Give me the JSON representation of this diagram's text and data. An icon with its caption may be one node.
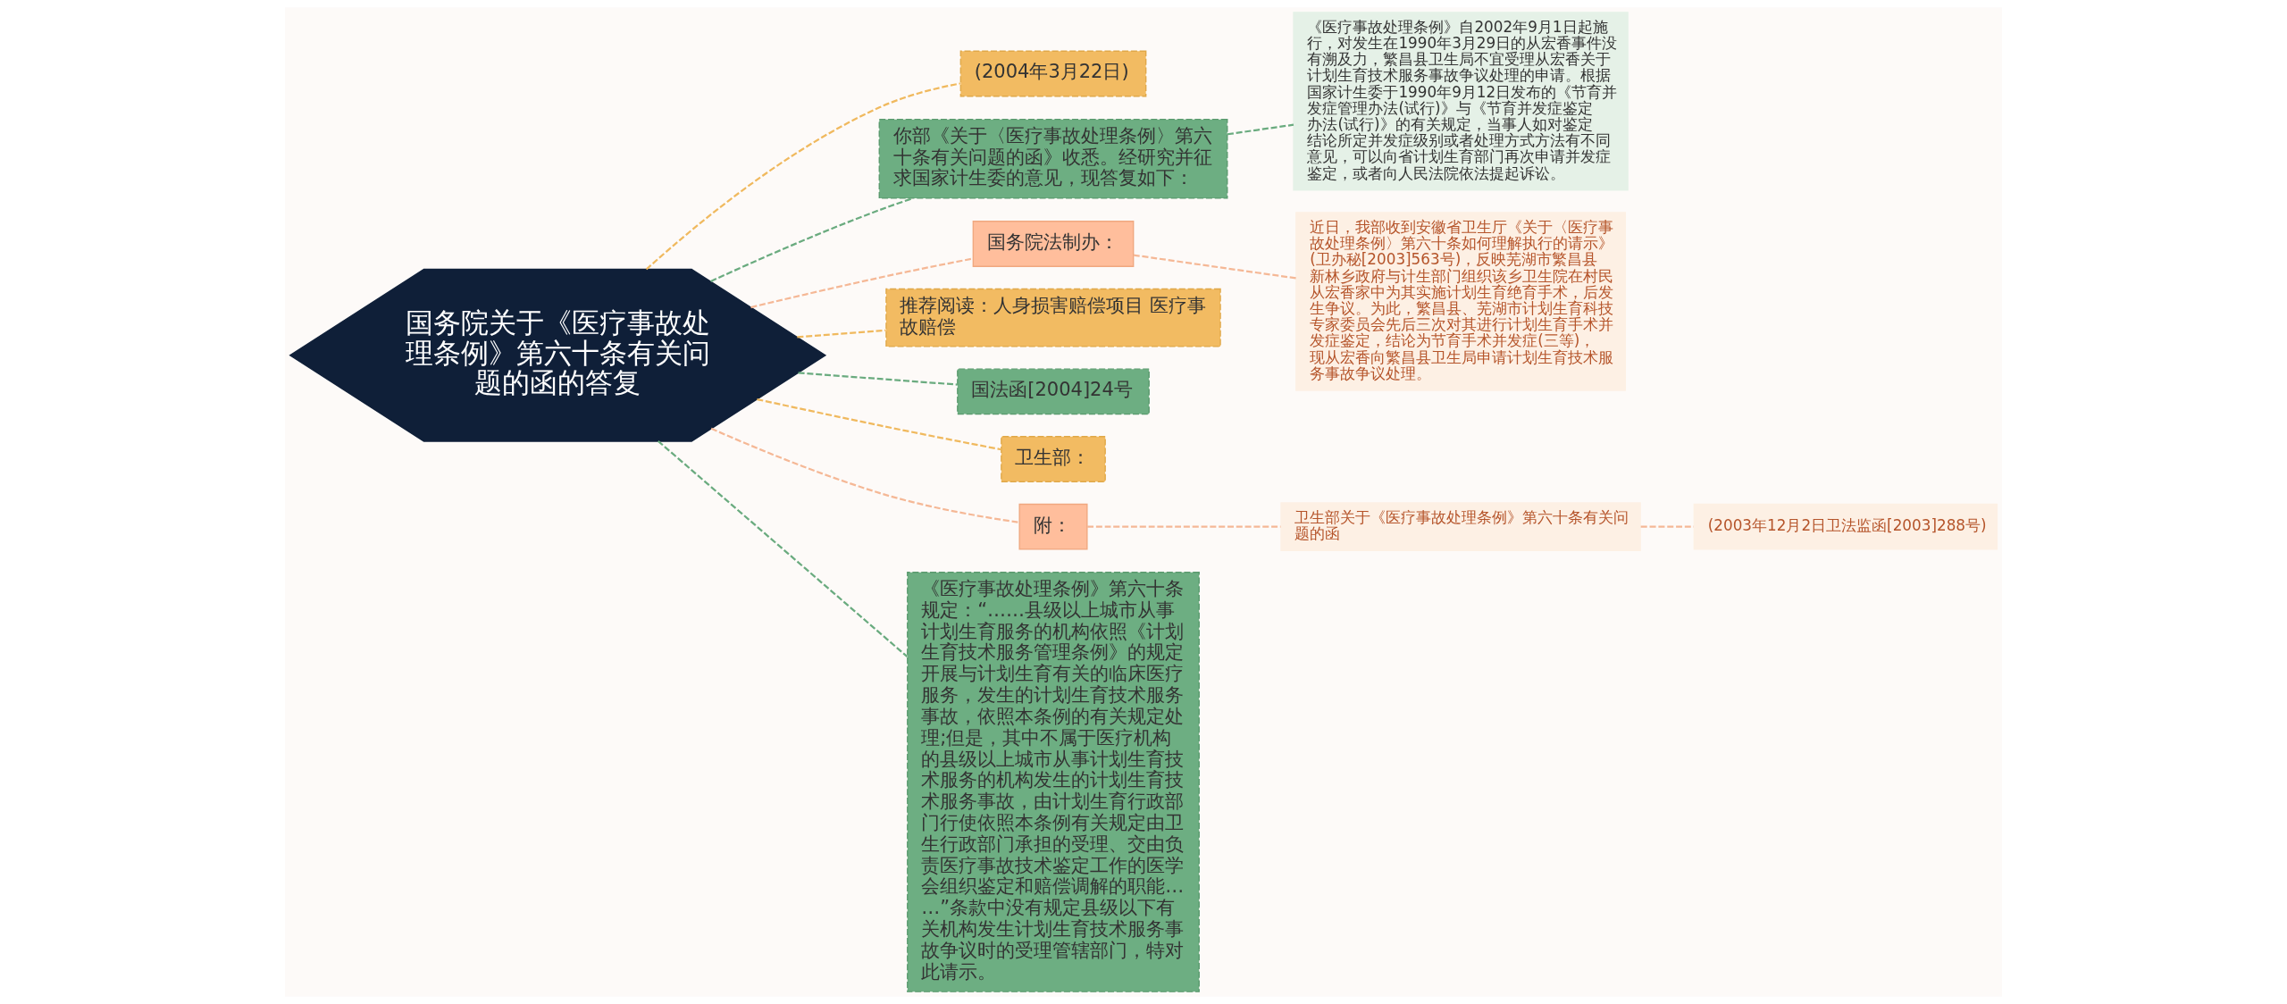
{
  "diagram": {
    "nodes": [
      {
        "text": [
          "国务院关于《医疗事故处理条例》第六十条有关问题的函的答复"
        ]
      },
      {
        "text": [
          "(2004年3月22日)"
        ]
      },
      {
        "text": [
          "你部《关于〈医疗事故处理条例〉第六十条有关问题的函》收悉。经研究并征求国家计生委的意见，现答复如下："
        ]
      },
      {
        "text": [
          "《医疗事故处理条例》自2002年9月1日起施行，对发生在1990年3月29日的从宏香事件没有溯及力，繁昌县卫生局不宜受理从宏香关于计划生育技术服务事故争议处理的申请。根据国家计生委于1990年9月12日发布的《节育并发症管理办法(试行)》与《节育并发症鉴定办法(试行)》的有关规定，当事人如对鉴定结论所定并发症级别或者处理方式方法有不同意见，可以向省计划生育部门再次申请并发症鉴定，或者向人民法院依法提起诉讼。"
        ]
      },
      {
        "text": [
          "国务院法制办："
        ]
      },
      {
        "text": [
          "近日，我部收到安徽省卫生厅《关于〈医疗事故处理条例〉第六十条如何理解执行的请示》(卫办秘[2003]563号)，反映芜湖市繁昌县新林乡政府与计生部门组织该乡卫生院在村民从宏香家中为其实施计划生育绝育手术，后发生争议。为此，繁昌县、芜湖市计划生育科技专家委员会先后三次对其进行计划生育手术并发症鉴定，结论为节育手术并发症(三等)，现从宏香向繁昌县卫生局申请计划生育技术服务事故争议处理。"
        ]
      },
      {
        "text": [
          "推荐阅读：人身损害赔偿项目 医疗事故赔偿"
        ]
      },
      {
        "text": [
          "国法函[2004]24号"
        ]
      },
      {
        "text": [
          "卫生部："
        ]
      },
      {
        "text": [
          "附："
        ]
      },
      {
        "text": [
          "卫生部关于《医疗事故处理条例》第六十条有关问题的函"
        ]
      },
      {
        "text": [
          "(2003年12月2日卫法监函[2003]288号)"
        ]
      },
      {
        "text": [
          "《医疗事故处理条例》第六十条规定：“……县级以上城市从事计划生育服务的机构依照《计划生育技术服务管理条例》的规定开展与计划生育有关的临床医疗服务，发生的计划生育技术服务事故，依照本条例的有关规定处理;但是，其中不属于医疗机构的县级以上城市从事计划生育技术服务的机构发生的计划生育技术服务事故，由计划生育行政部门行使依照本条例有关规定由卫生行政部门承担的受理、交由负责医疗事故技术鉴定工作的医学会组织鉴定和赔偿调解的职能……”条款中没有规定县级以下有关机构发生计划生育技术服务事故争议时的受理管辖部门，特对此请示。"
        ]
      }
    ],
    "edges": [
      {
        "from": 0,
        "to": 1,
        "arrow": "none",
        "style": "dashed",
        "color": "#f0b95e"
      },
      {
        "from": 0,
        "to": 2,
        "arrow": "none",
        "style": "dashed",
        "color": "#6aab7f"
      },
      {
        "from": 2,
        "to": 3,
        "arrow": "none",
        "style": "dashed",
        "color": "#6aab7f"
      },
      {
        "from": 0,
        "to": 4,
        "arrow": "none",
        "style": "dashed",
        "color": "#f5b896"
      },
      {
        "from": 4,
        "to": 5,
        "arrow": "none",
        "style": "dashed",
        "color": "#f5b896"
      },
      {
        "from": 0,
        "to": 6,
        "arrow": "none",
        "style": "dashed",
        "color": "#f0b95e"
      },
      {
        "from": 0,
        "to": 7,
        "arrow": "none",
        "style": "dashed",
        "color": "#6aab7f"
      },
      {
        "from": 0,
        "to": 8,
        "arrow": "none",
        "style": "dashed",
        "color": "#f0b95e"
      },
      {
        "from": 0,
        "to": 9,
        "arrow": "none",
        "style": "dashed",
        "color": "#f5b896"
      },
      {
        "from": 9,
        "to": 10,
        "arrow": "none",
        "style": "dashed",
        "color": "#f5b896"
      },
      {
        "from": 10,
        "to": 11,
        "arrow": "none",
        "style": "dashed",
        "color": "#f5b896"
      },
      {
        "from": 0,
        "to": 12,
        "arrow": "none",
        "style": "dashed",
        "color": "#6aab7f"
      }
    ]
  }
}
